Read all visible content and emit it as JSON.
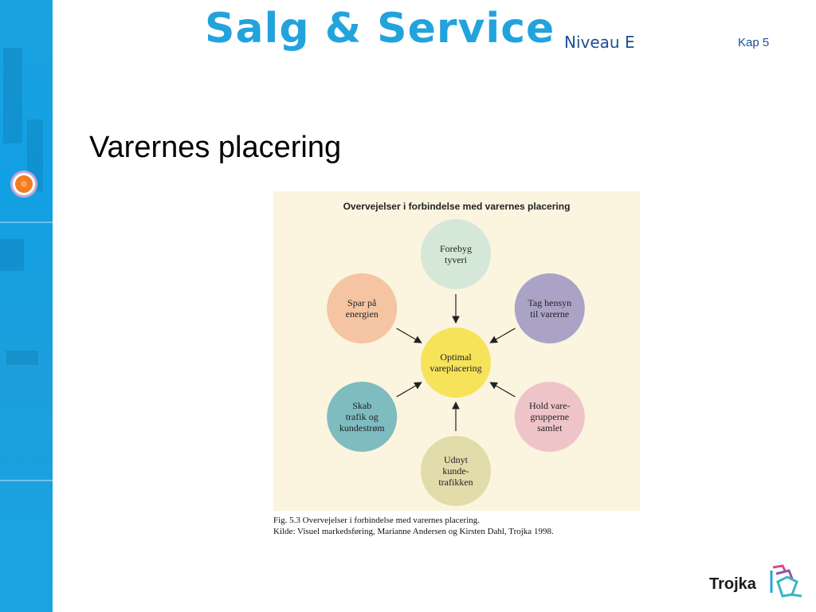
{
  "header": {
    "title": "Salg & Service",
    "level": "Niveau E",
    "chapter": "Kap 5"
  },
  "slide": {
    "title": "Varernes placering"
  },
  "figure": {
    "title": "Overvejelser i forbindelse med varernes placering",
    "center": {
      "lines": [
        "Optimal",
        "vareplacering"
      ],
      "color": "#f7e35a"
    },
    "nodes": [
      {
        "lines": [
          "Forebyg",
          "tyveri"
        ],
        "color": "#d5e8d8"
      },
      {
        "lines": [
          "Tag hensyn",
          "til varerne"
        ],
        "color": "#aba3c6"
      },
      {
        "lines": [
          "Hold vare-",
          "grupperne",
          "samlet"
        ],
        "color": "#efc4c9"
      },
      {
        "lines": [
          "Udnyt",
          "kunde-",
          "trafikken"
        ],
        "color": "#e2dbaa"
      },
      {
        "lines": [
          "Skab",
          "trafik og",
          "kundestrøm"
        ],
        "color": "#7ebcc0"
      },
      {
        "lines": [
          "Spar på",
          "energien"
        ],
        "color": "#f5c4a2"
      }
    ],
    "caption_line1": "Fig. 5.3  Overvejelser i forbindelse med varernes placering.",
    "caption_line2": "Kilde: Visuel markedsføring, Marianne Andersen og Kirsten Dahl, Trojka 1998."
  },
  "logo": {
    "text": "Trojka"
  },
  "icons": {
    "target": "target-icon",
    "logo_mark": "trojka-logo-mark"
  },
  "colors": {
    "brand_blue": "#22a3dc",
    "sidebar_blue": "#1aa2e0",
    "figure_background": "#fbf4df"
  }
}
